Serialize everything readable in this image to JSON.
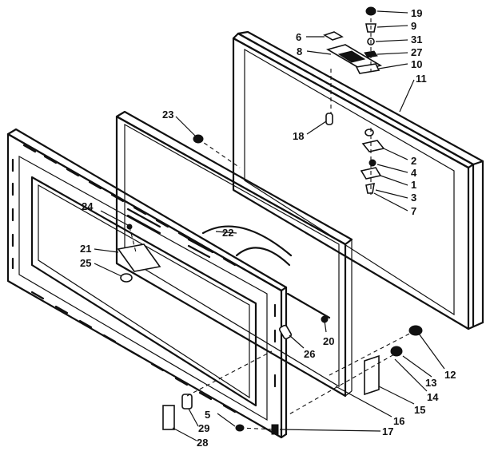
{
  "callouts": [
    {
      "id": "c19",
      "label": "19"
    },
    {
      "id": "c9",
      "label": "9"
    },
    {
      "id": "c6",
      "label": "6"
    },
    {
      "id": "c31",
      "label": "31"
    },
    {
      "id": "c8",
      "label": "8"
    },
    {
      "id": "c27",
      "label": "27"
    },
    {
      "id": "c10",
      "label": "10"
    },
    {
      "id": "c11",
      "label": "11"
    },
    {
      "id": "c23",
      "label": "23"
    },
    {
      "id": "c18",
      "label": "18"
    },
    {
      "id": "c2",
      "label": "2"
    },
    {
      "id": "c4",
      "label": "4"
    },
    {
      "id": "c1",
      "label": "1"
    },
    {
      "id": "c3",
      "label": "3"
    },
    {
      "id": "c7",
      "label": "7"
    },
    {
      "id": "c24",
      "label": "24"
    },
    {
      "id": "c22",
      "label": "22"
    },
    {
      "id": "c21",
      "label": "21"
    },
    {
      "id": "c25",
      "label": "25"
    },
    {
      "id": "c20",
      "label": "20"
    },
    {
      "id": "c26",
      "label": "26"
    },
    {
      "id": "c12",
      "label": "12"
    },
    {
      "id": "c13",
      "label": "13"
    },
    {
      "id": "c14",
      "label": "14"
    },
    {
      "id": "c15",
      "label": "15"
    },
    {
      "id": "c16",
      "label": "16"
    },
    {
      "id": "c5",
      "label": "5"
    },
    {
      "id": "c17",
      "label": "17"
    },
    {
      "id": "c29",
      "label": "29"
    },
    {
      "id": "c28",
      "label": "28"
    }
  ]
}
